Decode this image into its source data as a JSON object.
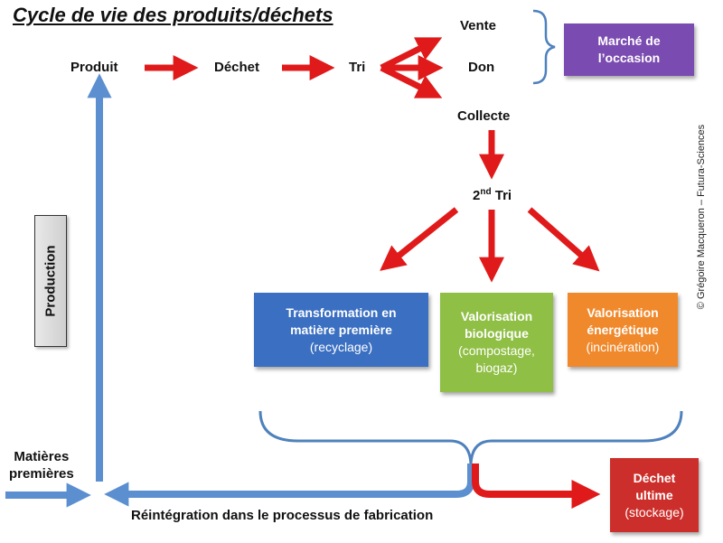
{
  "title": "Cycle de vie des produits/déchets",
  "nodes": {
    "produit": "Produit",
    "dechet": "Déchet",
    "tri": "Tri",
    "vente": "Vente",
    "don": "Don",
    "collecte": "Collecte",
    "second_tri_num": "2",
    "second_tri_sup": "nd",
    "second_tri_word": " Tri",
    "matieres_line1": "Matières",
    "matieres_line2": "premières",
    "reintegration": "Réintégration dans le processus de fabrication",
    "production": "Production"
  },
  "boxes": {
    "marche": {
      "line1": "Marché de",
      "line2": "l’occasion",
      "color": "#7a4bb0"
    },
    "recyclage": {
      "line1": "Transformation en",
      "line2": "matière première",
      "line3": "(recyclage)",
      "color": "#3a6fc1"
    },
    "bio": {
      "line1": "Valorisation",
      "line2": "biologique",
      "line3": "(compostage,",
      "line4": "biogaz)",
      "color": "#8fbf45"
    },
    "energie": {
      "line1": "Valorisation",
      "line2": "énergétique",
      "line3": "(incinération)",
      "color": "#f0892c"
    },
    "ultime": {
      "line1": "Déchet",
      "line2": "ultime",
      "line3": "(stockage)",
      "color": "#cc2f2b"
    }
  },
  "credit": "© Grégoire Macqueron – Futura-Sciences",
  "colors": {
    "arrow_red": "#e01a1a",
    "arrow_blue": "#5b8fd0"
  }
}
